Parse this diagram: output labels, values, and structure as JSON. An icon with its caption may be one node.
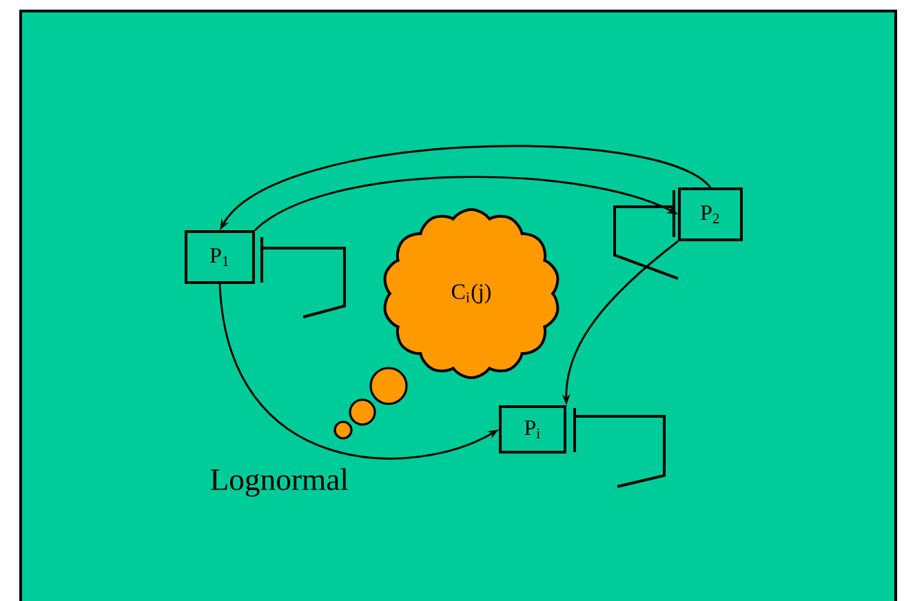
{
  "diagram": {
    "nodes": [
      {
        "text": [
          "P$_{1}$"
        ]
      },
      {
        "text": [
          "P$_{2}$"
        ]
      },
      {
        "text": [
          "P$_{i}$"
        ]
      },
      {
        "text": [
          "C$_{i}$(j)"
        ]
      }
    ],
    "edges": [
      {
        "from": 1,
        "to": 0,
        "arrow": "to"
      },
      {
        "from": 0,
        "to": 1,
        "arrow": "to"
      },
      {
        "from": 0,
        "to": 2,
        "arrow": "to"
      },
      {
        "from": 1,
        "to": 2,
        "arrow": "to"
      }
    ],
    "labels": [
      "Lognormal"
    ]
  }
}
